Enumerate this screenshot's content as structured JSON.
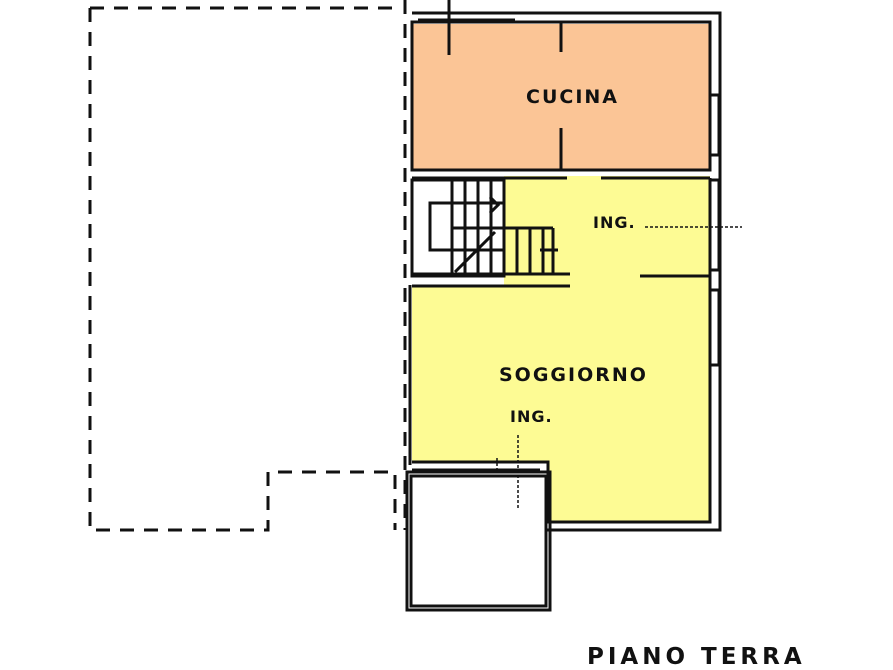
{
  "plan": {
    "title": "PIANO TERRA",
    "rooms": [
      {
        "name": "CUCINA",
        "fill": "#fbc596"
      },
      {
        "name": "ING.",
        "fill": "#fdfb94"
      },
      {
        "name": "SOGGIORNO",
        "fill": "#fdfb94"
      },
      {
        "name": "ING.",
        "fill": "#fdfb94"
      }
    ],
    "colors": {
      "kitchen": "#fbc596",
      "living": "#fdfb94",
      "wall": "#111111",
      "background": "#ffffff"
    }
  }
}
